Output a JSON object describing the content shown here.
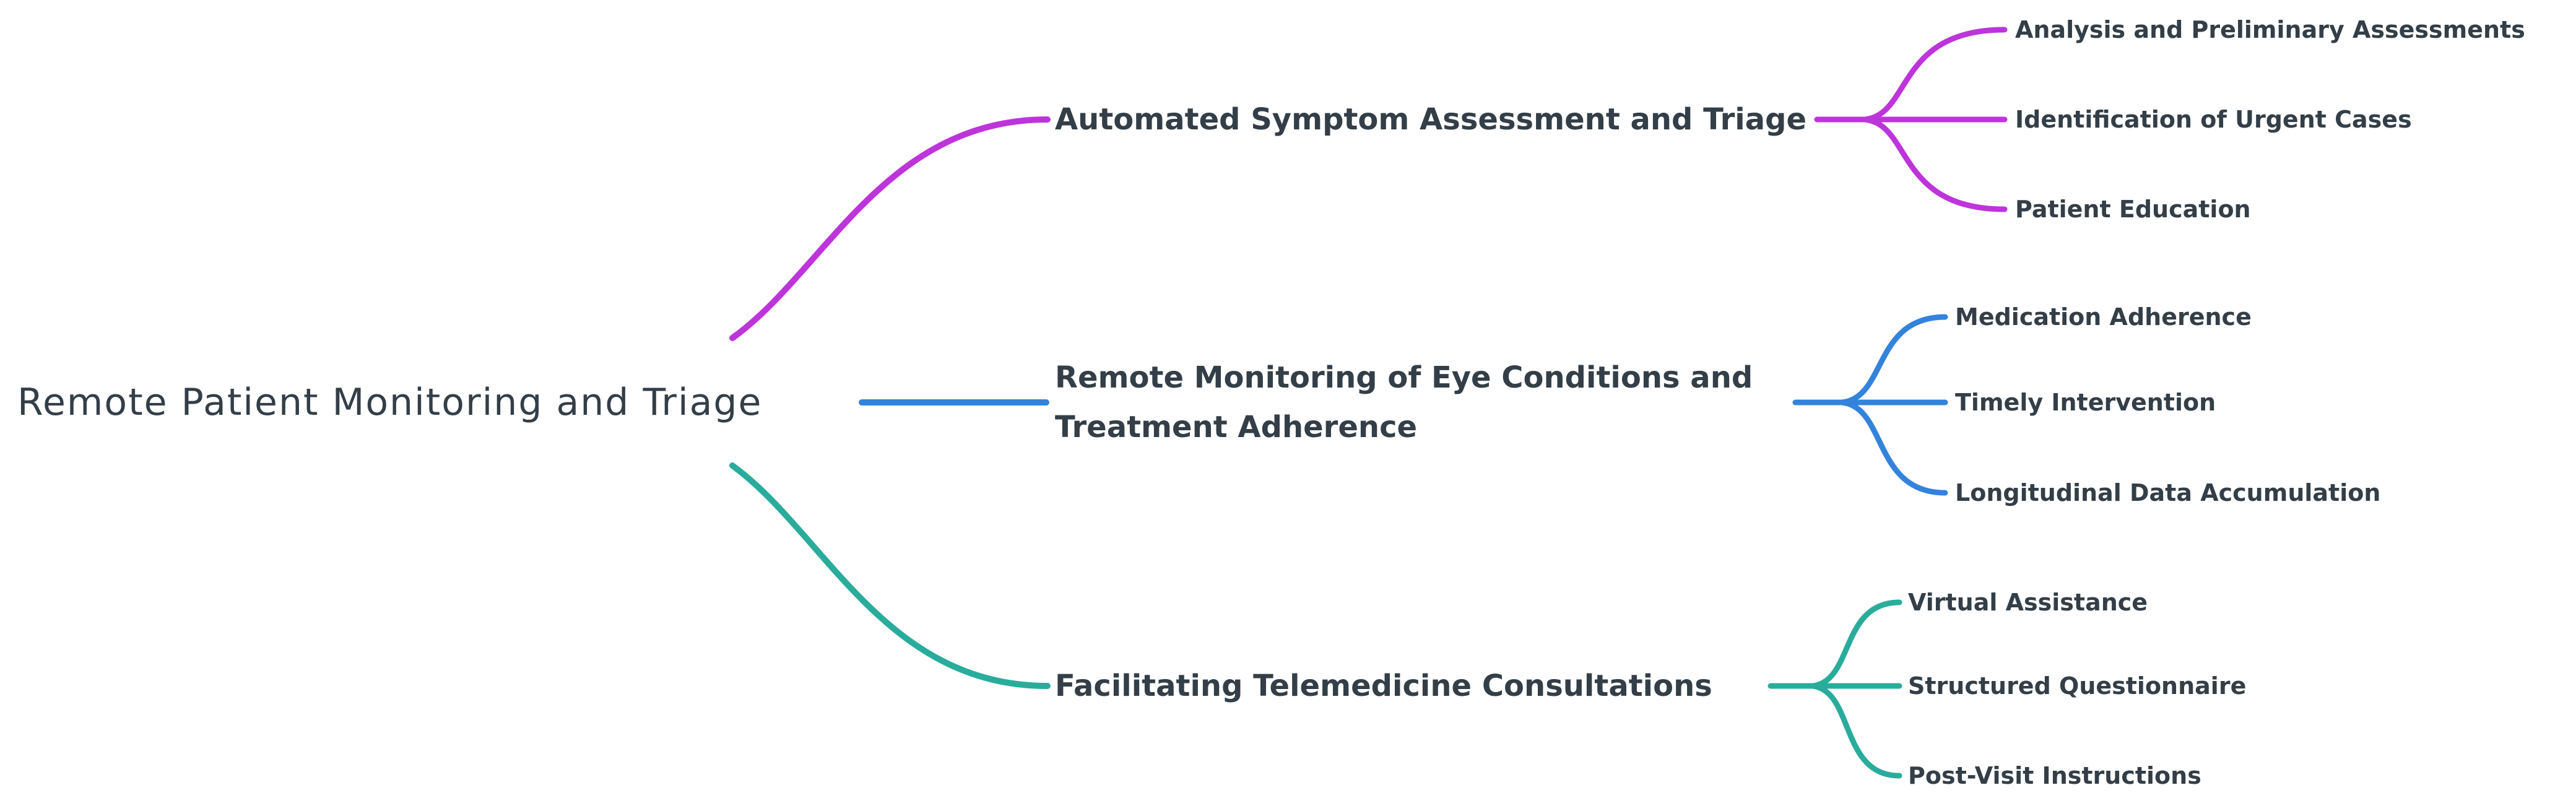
{
  "root": {
    "label": "Remote Patient Monitoring and Triage"
  },
  "palette": {
    "background": "#FFFFFF",
    "text": "#333E48",
    "branch1": "#BE34DB",
    "branch2": "#3383DC",
    "branch3": "#2AAC9C"
  },
  "branches": [
    {
      "label": "Automated Symptom Assessment and Triage",
      "color": "#BE34DB",
      "children": [
        "Analysis and Preliminary Assessments",
        "Identification of Urgent Cases",
        "Patient Education"
      ]
    },
    {
      "label": "Remote Monitoring of Eye Conditions and Treatment Adherence",
      "color": "#3383DC",
      "children": [
        "Medication Adherence",
        "Timely Intervention",
        "Longitudinal Data Accumulation"
      ]
    },
    {
      "label": "Facilitating Telemedicine Consultations",
      "color": "#2AAC9C",
      "children": [
        "Virtual Assistance",
        "Structured Questionnaire",
        "Post-Visit Instructions"
      ]
    }
  ]
}
